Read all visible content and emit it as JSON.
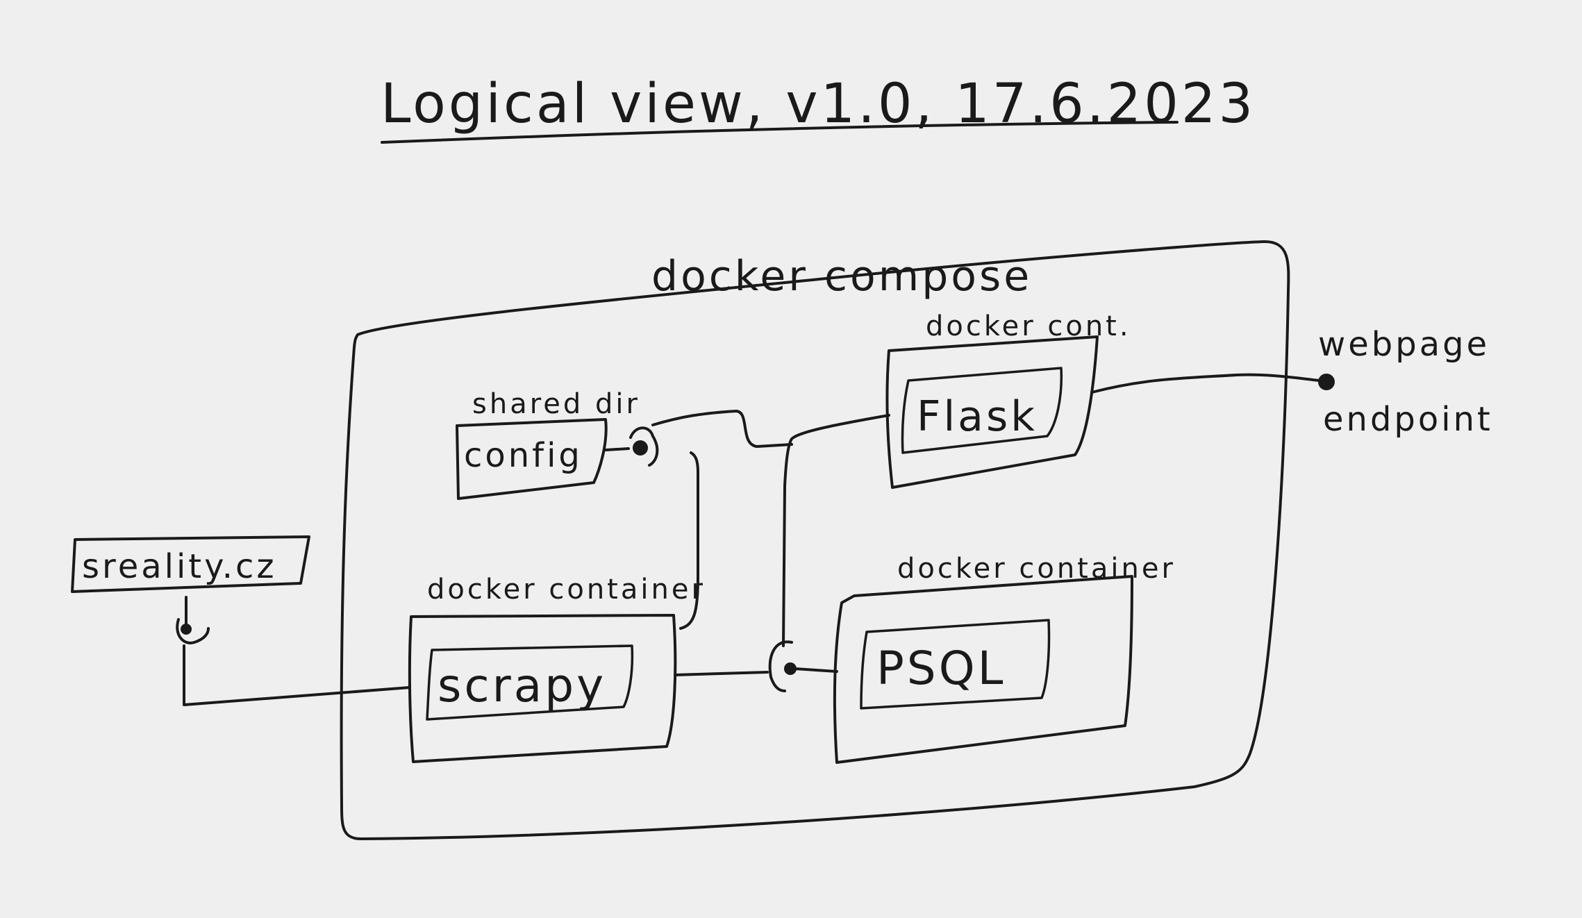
{
  "title": "Logical view, v1.0, 17.6.2023",
  "compose": {
    "label": "docker compose"
  },
  "external": {
    "site": "sreality.cz"
  },
  "shared": {
    "label": "shared dir",
    "name": "config"
  },
  "scrapy": {
    "container_label": "docker container",
    "name": "scrapy"
  },
  "flask": {
    "container_label": "docker cont.",
    "name": "Flask"
  },
  "psql": {
    "container_label": "docker container",
    "name": "PSQL"
  },
  "endpoint": {
    "line1": "webpage",
    "line2": "endpoint"
  },
  "colors": {
    "ink": "#1a1a1a",
    "paper": "#efefef"
  }
}
